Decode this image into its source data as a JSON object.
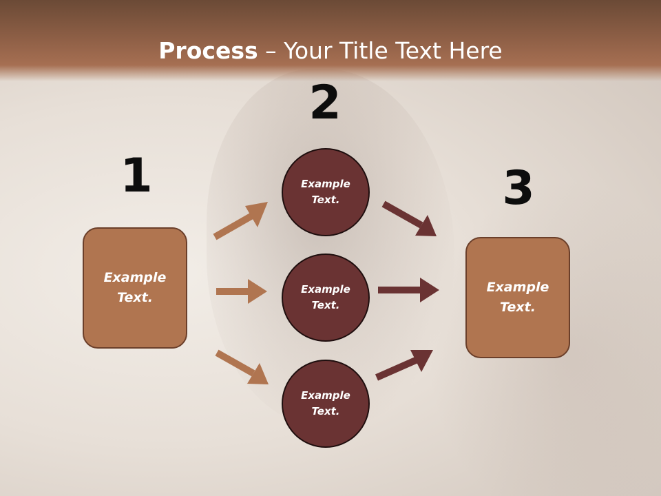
{
  "title": {
    "bold": "Process",
    "rest": " – Your Title Text Here"
  },
  "steps": [
    {
      "number": "1"
    },
    {
      "number": "2"
    },
    {
      "number": "3"
    }
  ],
  "boxes": [
    {
      "text": "Example Text."
    },
    {
      "text": "Example Text."
    }
  ],
  "circles": [
    {
      "text": "Example Text."
    },
    {
      "text": "Example Text."
    },
    {
      "text": "Example Text."
    }
  ],
  "colors": {
    "header": "#8c5e45",
    "box_fill": "#b07550",
    "circle_fill": "#6a3333",
    "left_arrows": "#b07550",
    "right_arrows": "#6a3333"
  }
}
